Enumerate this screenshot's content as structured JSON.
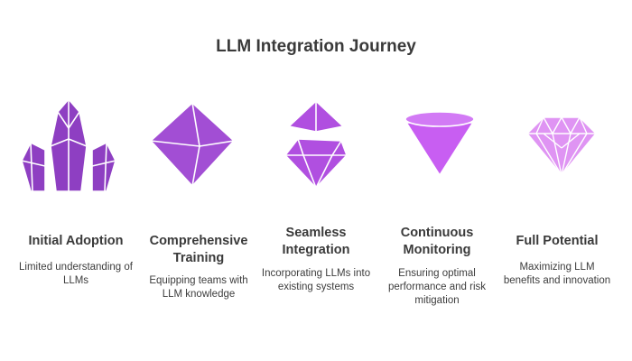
{
  "title": "LLM Integration Journey",
  "colors": {
    "stage1": "#8e3fc2",
    "stage2": "#a24ed4",
    "stage3": "#b04fe0",
    "stage4": "#c85ef2",
    "stage5": "#df94f3",
    "facet_line": "#ffffff"
  },
  "stages": [
    {
      "icon": "crystal-cluster-icon",
      "label": "Initial Adoption",
      "description": "Limited understanding of LLMs"
    },
    {
      "icon": "octahedron-gem-icon",
      "label": "Comprehensive Training",
      "description": "Equipping teams with LLM knowledge"
    },
    {
      "icon": "split-gem-icon",
      "label": "Seamless Integration",
      "description": "Incorporating LLMs into existing systems"
    },
    {
      "icon": "cut-gem-icon",
      "label": "Continuous Monitoring",
      "description": "Ensuring optimal performance and risk mitigation"
    },
    {
      "icon": "brilliant-diamond-icon",
      "label": "Full Potential",
      "description": "Maximizing LLM benefits and innovation"
    }
  ]
}
